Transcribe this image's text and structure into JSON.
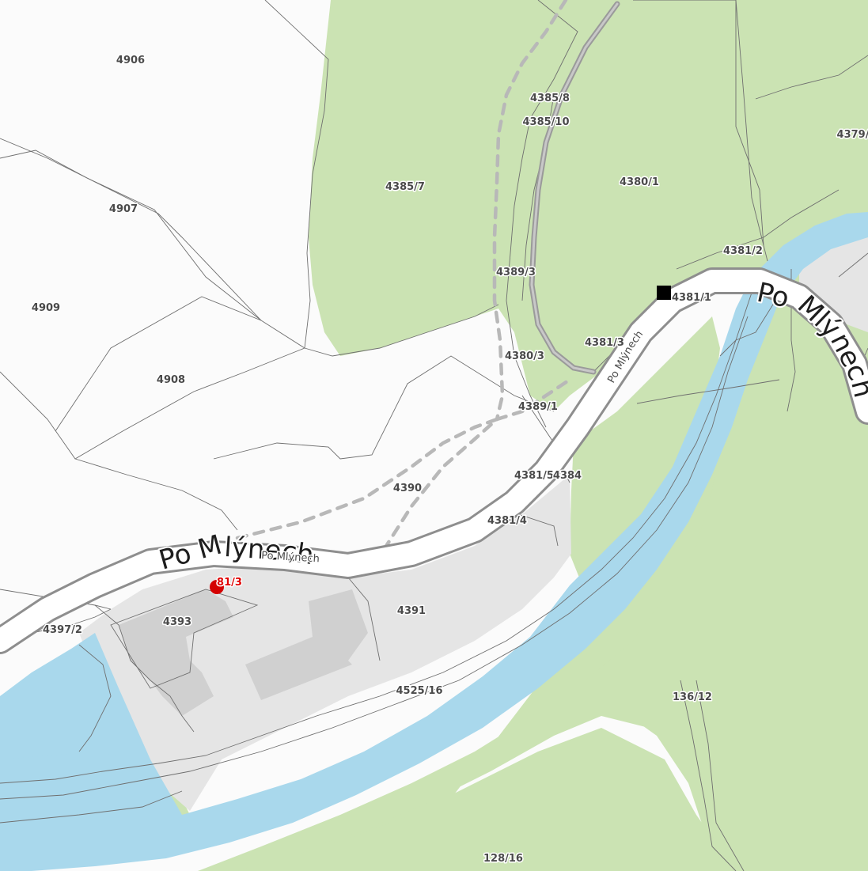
{
  "colors": {
    "forest": "#cbe3b3",
    "water": "#a9d8ec",
    "built_area": "#e5e5e5",
    "building": "#d0d0d0",
    "road": "#ffffff",
    "road_casing": "#8e8e8e",
    "parcel_line": "#666666",
    "marker": "#d40000"
  },
  "streets": {
    "main_lower": "Po Mlýnech",
    "main_upper": "Po Mlýnech",
    "small_lower": "Po Mlýnech",
    "small_upper": "Po Mlýnech"
  },
  "parcels": {
    "p4906": "4906",
    "p4907": "4907",
    "p4909": "4909",
    "p4908": "4908",
    "p4385_8": "4385/8",
    "p4385_10": "4385/10",
    "p4379": "4379/",
    "p4385_7": "4385/7",
    "p4380_1": "4380/1",
    "p4381_2": "4381/2",
    "p4389_3": "4389/3",
    "p4381_1": "4381/1",
    "p4381_3": "4381/3",
    "p4380_3": "4380/3",
    "p4389_1": "4389/1",
    "p4381_5": "4381/5",
    "p4384": "4384",
    "p4390": "4390",
    "p4381_4": "4381/4",
    "p4393": "4393",
    "p4391": "4391",
    "p4397_2": "4397/2",
    "p4525_16": "4525/16",
    "p136_12": "136/12",
    "p128_16": "128/16"
  },
  "marker": {
    "label": "81/3",
    "icon": "location-dot-icon"
  },
  "point_marker": {
    "icon": "square-point-icon"
  }
}
